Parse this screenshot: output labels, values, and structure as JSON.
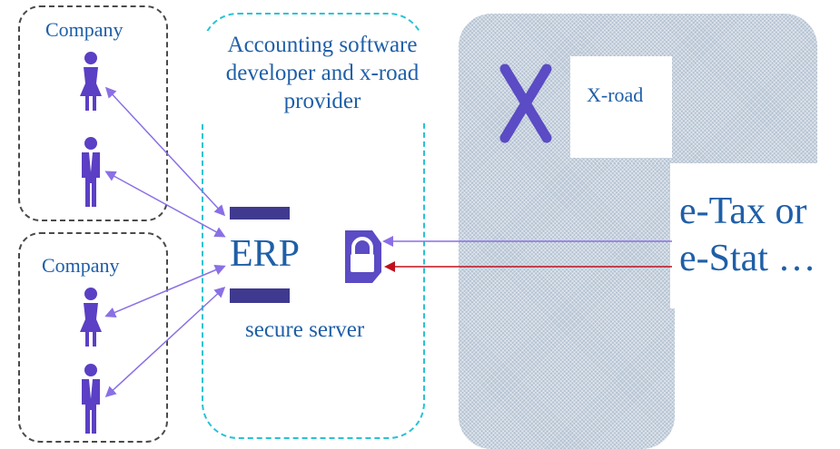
{
  "companies": [
    {
      "label": "Company"
    },
    {
      "label": "Company"
    }
  ],
  "provider": {
    "label_lines": [
      "Accounting software",
      "developer and x-road",
      "provider"
    ],
    "erp_label": "ERP",
    "secure_server_label": "secure server"
  },
  "xroad": {
    "label": "X-road",
    "service_lines": [
      "e-Tax or",
      "e-Stat …"
    ]
  },
  "icons": [
    "person-female-icon",
    "person-male-icon",
    "lock-icon",
    "xroad-logo-icon"
  ],
  "colors": {
    "primary_text": "#1f5fa8",
    "erp_block": "#3f3a8f",
    "connector_purple": "#8a6fe6",
    "connector_red": "#c0101c",
    "provider_border": "#27c3d3",
    "xroad_logo": "#5b4bc4"
  }
}
